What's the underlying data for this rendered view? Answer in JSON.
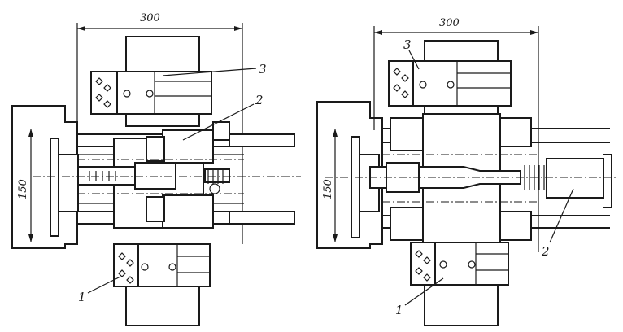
{
  "left_view": {
    "dim_width": "300",
    "dim_height": "150",
    "labels": [
      "1",
      "2",
      "3"
    ]
  },
  "right_view": {
    "dim_width": "300",
    "dim_height": "150",
    "labels": [
      "1",
      "2",
      "3"
    ]
  }
}
